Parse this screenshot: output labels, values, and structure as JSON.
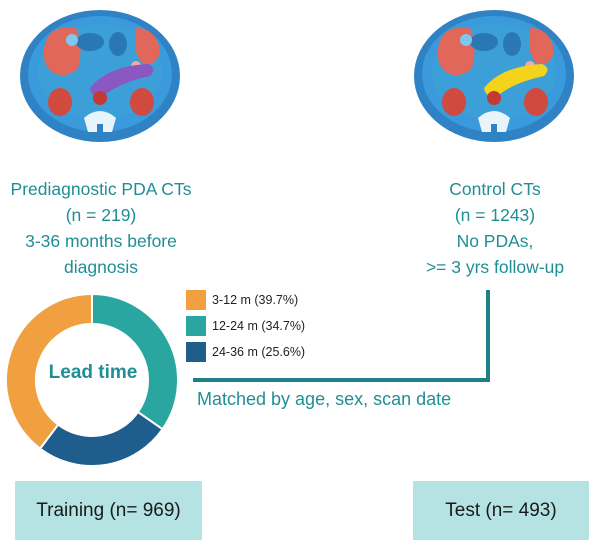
{
  "left_group": {
    "line1": "Prediagnostic PDA CTs",
    "line2": "(n = 219)",
    "line3": "3-36 months before",
    "line4": "diagnosis"
  },
  "right_group": {
    "line1": "Control CTs",
    "line2": "(n = 1243)",
    "line3": "No PDAs,",
    "line4": ">= 3 yrs follow-up"
  },
  "donut": {
    "center_label": "Lead time",
    "slices": [
      {
        "label": "3-12 m (39.7%)",
        "percent": 39.7,
        "color": "#f0a040"
      },
      {
        "label": "12-24 m (34.7%)",
        "percent": 34.7,
        "color": "#2aa6a1"
      },
      {
        "label": "24-36 m (25.6%)",
        "percent": 25.6,
        "color": "#1f5d8d"
      }
    ]
  },
  "connector_label": "Matched by age, sex, scan date",
  "boxes": {
    "training": "Training (n= 969)",
    "test": "Test (n= 493)"
  },
  "colors": {
    "teal_text": "#1f8f95",
    "pancreas_left": "#8a58c0",
    "pancreas_right": "#f5d21c",
    "box_fill": "#b5e3e4"
  }
}
